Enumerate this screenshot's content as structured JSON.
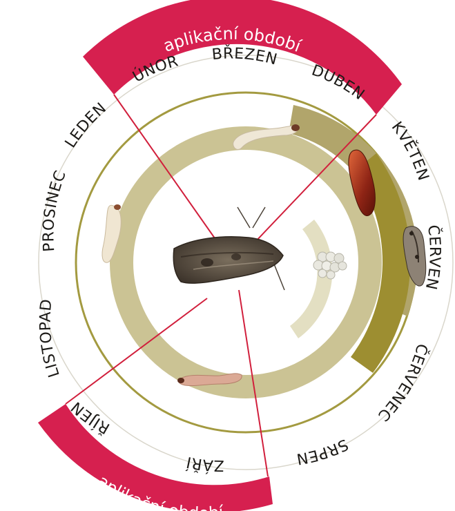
{
  "months": [
    "ÚNOR",
    "BŘEZEN",
    "DUBEN",
    "KVĚTEN",
    "ČERVEN",
    "ČERVENEC",
    "SRPEN",
    "ZÁŘÍ",
    "ŘÍJEN",
    "LISTOPAD",
    "PROSINEC",
    "LEDEN"
  ],
  "application_period_top": "aplikační období",
  "application_period_bottom": "aplikační období",
  "colors": {
    "application_band": "#d6204f",
    "outer_ring_line": "#a39a40",
    "larva_ring": "#cbc394",
    "pupa_band": "#b1a56b",
    "adult_band": "#9d8e31",
    "egg_band": "#e3dfc2",
    "red_lines": "#d11f3c"
  },
  "icons": [
    "moth-adult-icon",
    "larva-top-icon",
    "larva-left-icon",
    "larva-bottom-icon",
    "pupa-icon",
    "moth-small-icon",
    "eggs-icon"
  ]
}
